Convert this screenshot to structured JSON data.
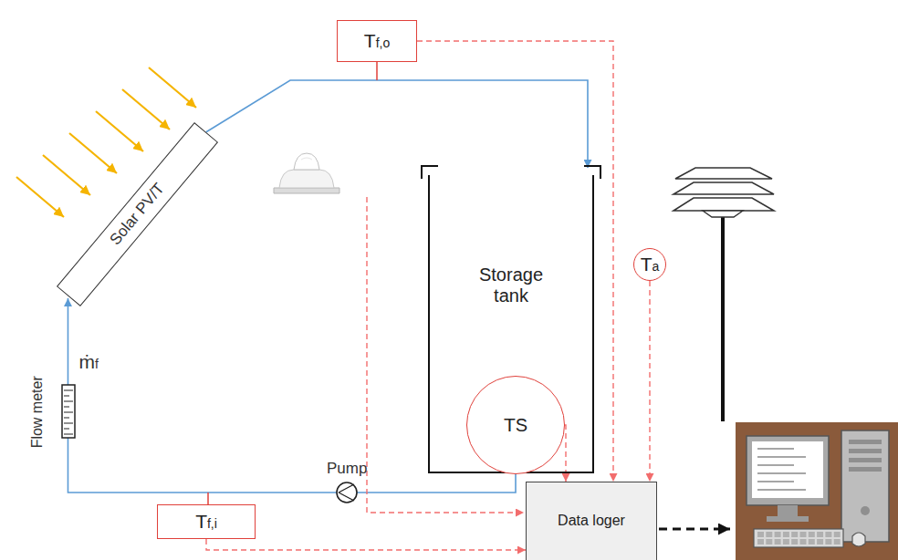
{
  "diagram": {
    "nodes": [
      {
        "text": [
          "Solar PV/T"
        ]
      },
      {
        "text": [
          "Tf,o"
        ]
      },
      {
        "text": [
          "Storage tank"
        ]
      },
      {
        "text": [
          "TS"
        ],
        "in": 2
      },
      {
        "text": [
          "Ta"
        ]
      },
      {
        "text": [
          "Tf,i"
        ]
      },
      {
        "text": [
          "Data loger"
        ]
      }
    ],
    "edges": [
      {
        "from": 0,
        "to": 2,
        "arrow": "to"
      },
      {
        "from": 2,
        "to": 0,
        "arrow": "to"
      },
      {
        "from": 1,
        "to": 6,
        "arrow": "to"
      },
      {
        "from": 3,
        "to": 6,
        "arrow": "to"
      },
      {
        "from": 4,
        "to": 6,
        "arrow": "to"
      },
      {
        "from": 5,
        "to": 6,
        "arrow": "to"
      }
    ],
    "labels": [
      "Flow meter",
      "ṁf",
      "Pump"
    ]
  }
}
